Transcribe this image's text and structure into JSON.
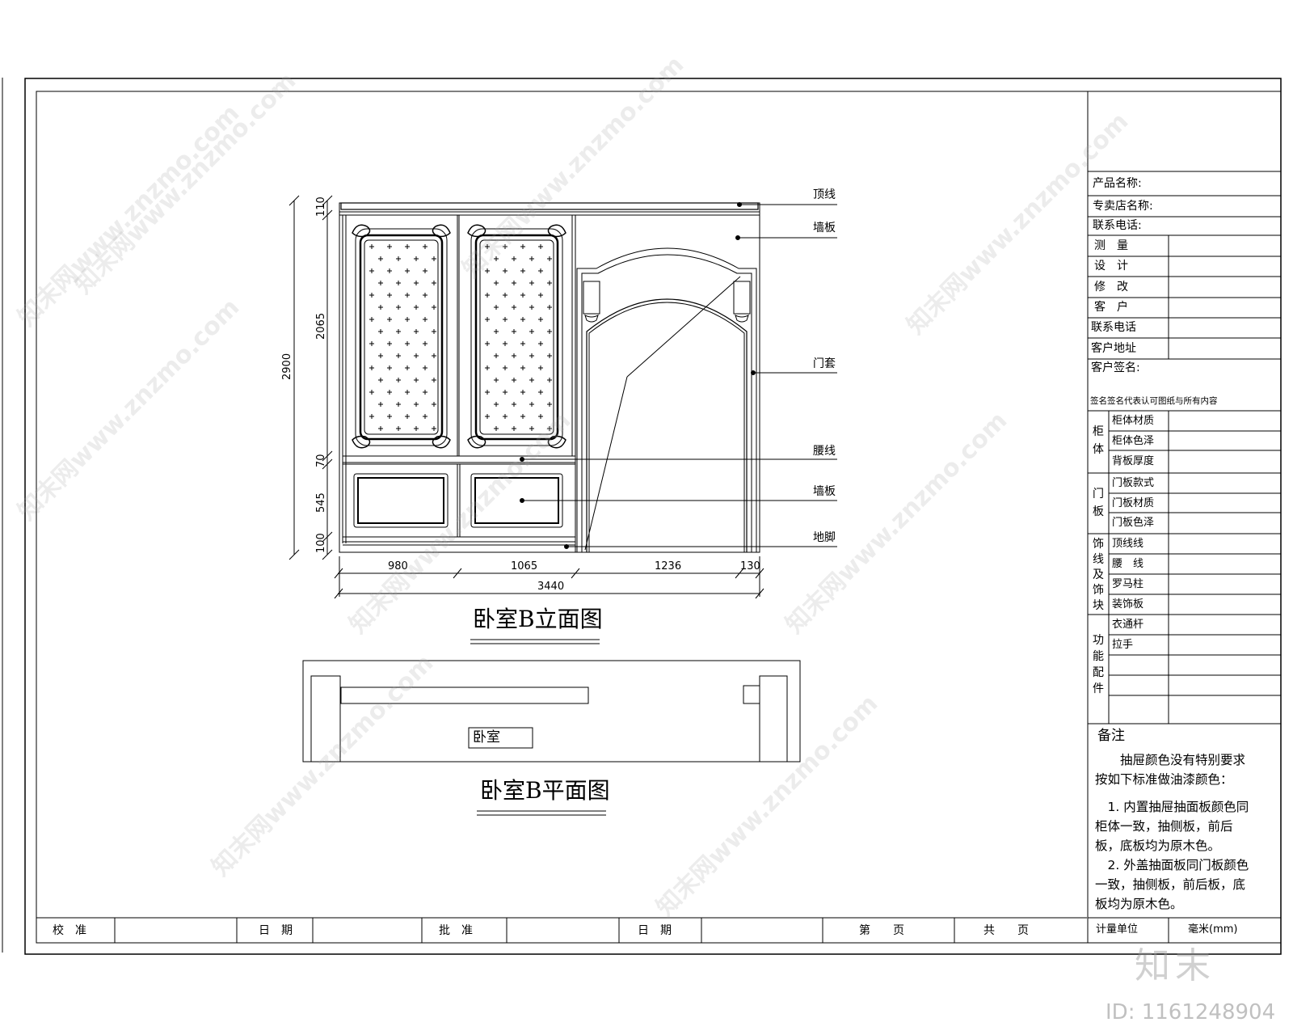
{
  "drawing": {
    "elevation_title": "卧室B立面图",
    "plan_title": "卧室B平面图",
    "plan_room_label": "卧室",
    "callouts": {
      "top_line": "顶线",
      "wall_panel_upper": "墙板",
      "door_frame": "门套",
      "waist_line": "腰线",
      "wall_panel_lower": "墙板",
      "skirting": "地脚"
    },
    "dimensions": {
      "vertical_total": "2900",
      "vertical_top": "110",
      "vertical_upper": "2065",
      "vertical_waist": "70",
      "vertical_lower": "545",
      "vertical_base": "100",
      "horizontal_1": "980",
      "horizontal_2": "1065",
      "horizontal_3": "1236",
      "horizontal_4": "130",
      "horizontal_total": "3440"
    }
  },
  "title_block": {
    "product_name": "产品名称:",
    "store_name": "专卖店名称:",
    "contact_phone_store": "联系电话:",
    "rows_a": [
      {
        "label": "测　量",
        "value": ""
      },
      {
        "label": "设　计",
        "value": ""
      },
      {
        "label": "修　改",
        "value": ""
      },
      {
        "label": "客　户",
        "value": ""
      },
      {
        "label": "联系电话",
        "value": ""
      },
      {
        "label": "客户地址",
        "value": ""
      }
    ],
    "customer_signature": "客户签名:",
    "signature_note": "签名签名代表认可图纸与所有内容",
    "groups": [
      {
        "name": "柜体",
        "items": [
          "柜体材质",
          "柜体色泽",
          "背板厚度"
        ]
      },
      {
        "name": "门板",
        "items": [
          "门板款式",
          "门板材质",
          "门板色泽"
        ]
      },
      {
        "name": "饰线及饰块",
        "items": [
          "顶线线",
          "腰　线",
          "罗马柱",
          "装饰板"
        ]
      },
      {
        "name": "功能配件",
        "items": [
          "衣通杆",
          "拉手",
          "",
          "",
          ""
        ]
      }
    ],
    "remarks_heading": "备注",
    "remarks_text": "抽屉颜色没有特别要求按如下标准做油漆颜色：",
    "remark_1": "1. 内置抽屉抽面板颜色同柜体一致，抽侧板，前后板，底板均为原木色。",
    "remark_2": "2. 外盖抽面板同门板颜色一致，抽侧板，前后板，底板均为原木色。",
    "unit_label": "计量单位",
    "unit_value": "毫米(mm)"
  },
  "bottom_bar": {
    "cells": [
      "校　准",
      "",
      "日　期",
      "",
      "批　准",
      "",
      "日　期",
      "",
      "第　　页",
      "共　　页"
    ]
  },
  "watermark": {
    "text": "知末网www.znzmo.com",
    "logo": "知末",
    "id": "ID: 1161248904"
  }
}
